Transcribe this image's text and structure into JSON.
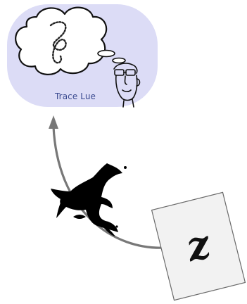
{
  "bubble": {
    "name": "Trace Lue",
    "fill_color": "#dcdcf6"
  },
  "thought": {
    "glyph": "z",
    "style": "dotted-outline"
  },
  "card": {
    "glyph": "z",
    "fill_color": "#f2f2f2"
  },
  "arrow": {
    "direction": "up",
    "color": "#787878"
  },
  "icons": {
    "thinker": "person-head-with-glasses-icon",
    "tracer": "ink-splatter-figure-icon"
  }
}
